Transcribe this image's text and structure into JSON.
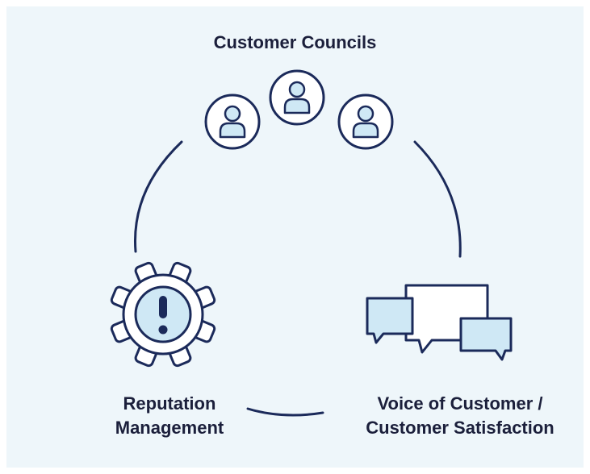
{
  "diagram": {
    "top_node": {
      "label": "Customer Councils",
      "icon": "user-icon"
    },
    "left_node": {
      "label_line1": "Reputation",
      "label_line2": "Management",
      "icon": "gear-alert-icon"
    },
    "right_node": {
      "label_line1": "Voice of Customer /",
      "label_line2": "Customer Satisfaction",
      "icon": "chat-bubbles-icon"
    }
  },
  "colors": {
    "navy": "#1b2a5a",
    "fill": "#cfe8f5",
    "background": "#eef6fa"
  }
}
